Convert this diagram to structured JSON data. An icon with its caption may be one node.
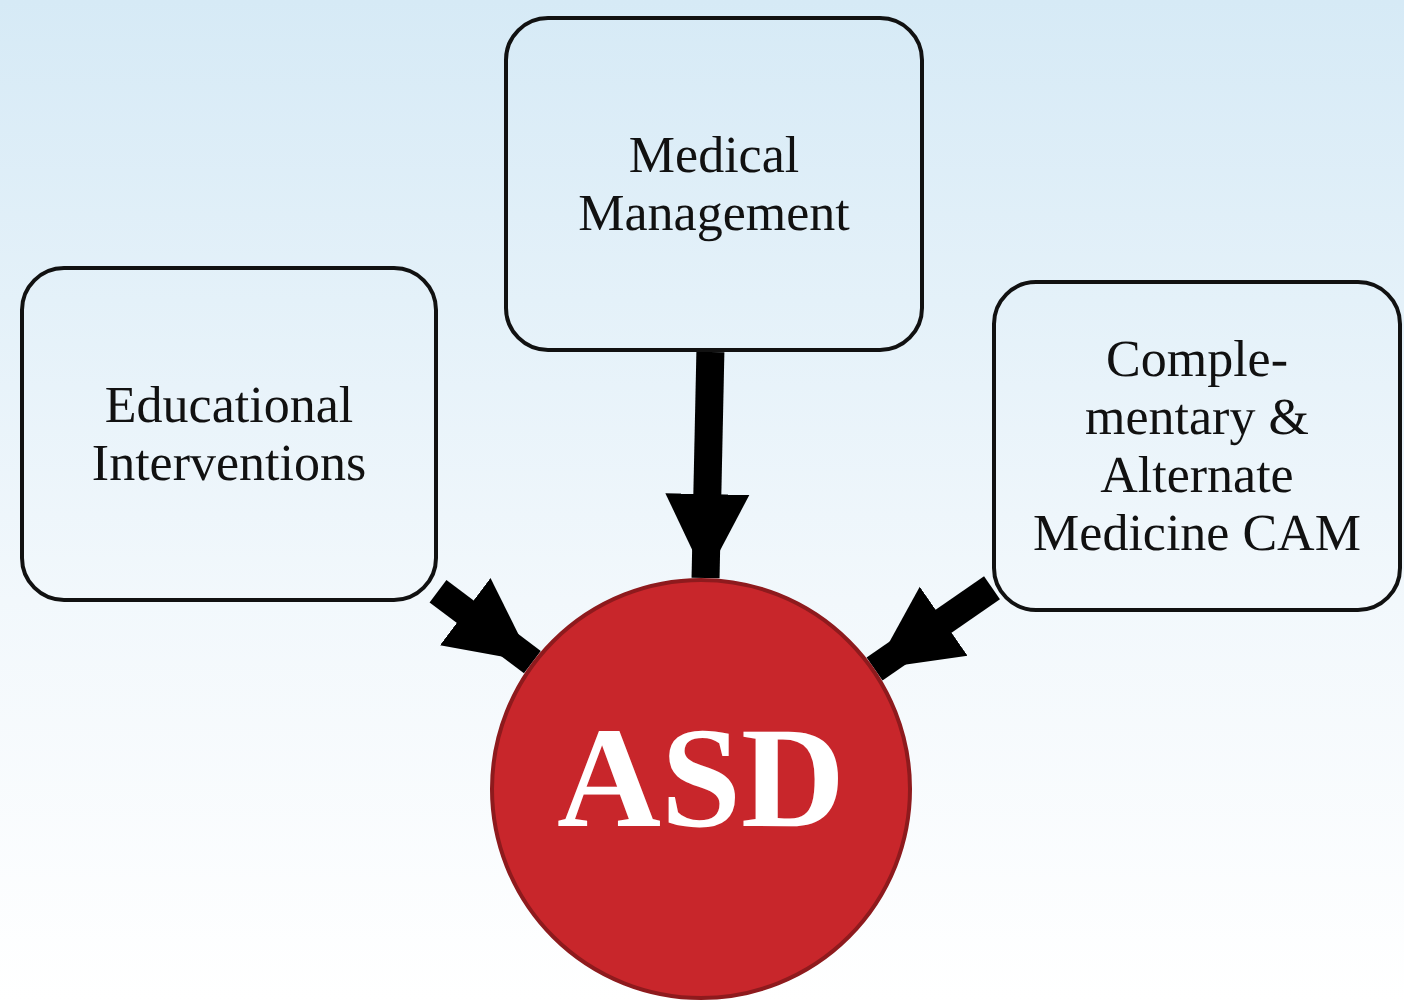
{
  "diagram": {
    "nodes": [
      {
        "text": [
          "Medical Management"
        ]
      },
      {
        "text": [
          "Educational Interventions"
        ]
      },
      {
        "text": [
          "Comple- mentary & Alternate Medicine CAM"
        ]
      },
      {
        "text": [
          "ASD"
        ]
      }
    ],
    "edges": [
      {
        "from": 0,
        "to": 3,
        "arrow": "to"
      },
      {
        "from": 1,
        "to": 3,
        "arrow": "to"
      },
      {
        "from": 2,
        "to": 3,
        "arrow": "to"
      }
    ]
  }
}
